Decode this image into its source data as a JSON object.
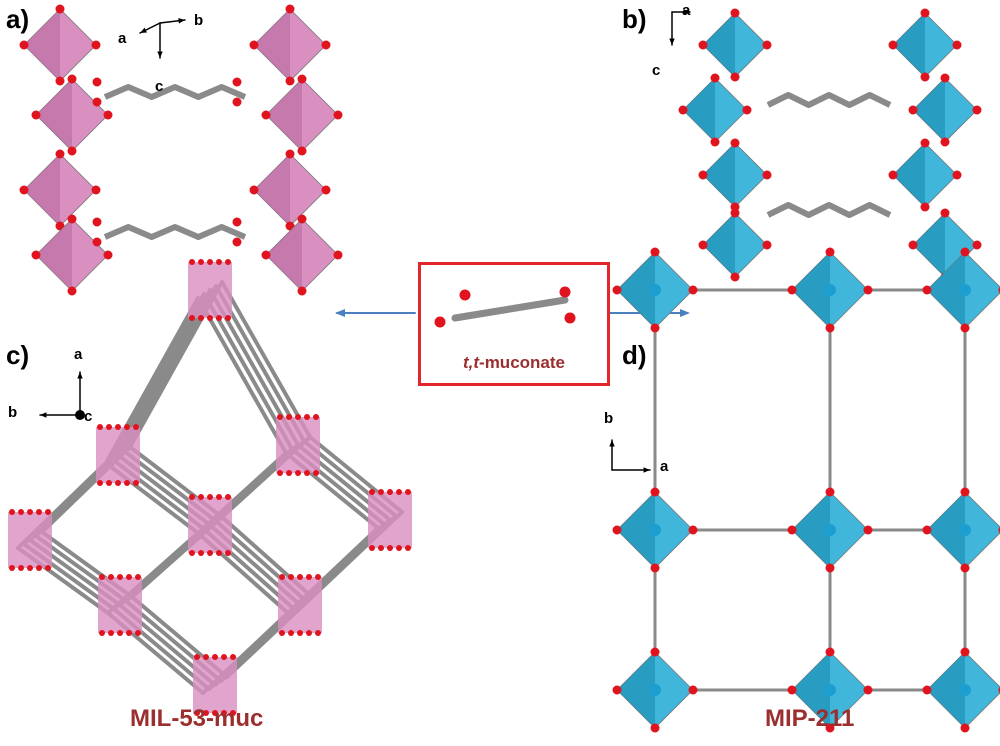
{
  "panels": {
    "a": {
      "label": "a)",
      "axes": [
        "a",
        "b",
        "c"
      ]
    },
    "b": {
      "label": "b)",
      "axes": [
        "a",
        "c"
      ]
    },
    "c": {
      "label": "c)",
      "axes": [
        "a",
        "b",
        "c"
      ],
      "name": "MIL-53-muc"
    },
    "d": {
      "label": "d)",
      "axes": [
        "b",
        "a"
      ],
      "name": "MIP-211"
    }
  },
  "linker": {
    "prefix_italic": "t,t",
    "suffix": "-muconate"
  },
  "colors": {
    "pink": "#d98fc0",
    "blue": "#3fb6da",
    "oxygen": "#e0141e",
    "carbon": "#8a8a8a",
    "title": "#9b2f2f",
    "arrow": "#4a7fc0",
    "box": "#e3262b"
  }
}
